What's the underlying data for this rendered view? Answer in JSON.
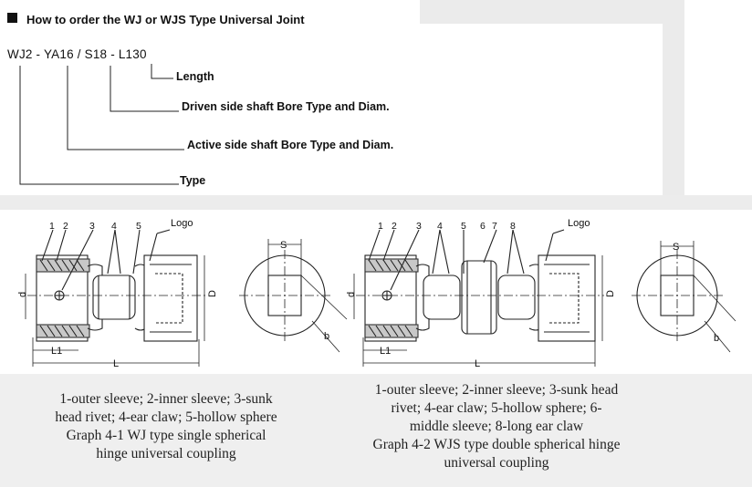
{
  "ordering": {
    "heading": "How to order the WJ or WJS Type Universal Joint",
    "code": "WJ2 - YA16 / S18 - L130",
    "labels": {
      "length": "Length",
      "driven": "Driven side shaft Bore Type and Diam.",
      "active": "Active side shaft Bore Type and Diam.",
      "type": "Type"
    }
  },
  "drawing1": {
    "part_numbers": [
      "1",
      "2",
      "3",
      "4",
      "5"
    ],
    "logo": "Logo",
    "dims": {
      "d": "d",
      "D": "D",
      "L1": "L1",
      "L": "L",
      "S": "S",
      "b": "b"
    },
    "caption": [
      "1-outer sleeve; 2-inner sleeve; 3-sunk",
      "head rivet; 4-ear claw; 5-hollow sphere",
      "Graph 4-1 WJ type single spherical",
      "hinge universal coupling"
    ]
  },
  "drawing2": {
    "part_numbers": [
      "1",
      "2",
      "3",
      "4",
      "5",
      "6",
      "7",
      "8"
    ],
    "logo": "Logo",
    "dims": {
      "d": "d",
      "D": "D",
      "L1": "L1",
      "L": "L",
      "S": "S",
      "b": "b"
    },
    "caption": [
      "1-outer sleeve; 2-inner sleeve; 3-sunk head",
      "rivet; 4-ear claw; 5-hollow sphere; 6-",
      "middle sleeve; 8-long ear claw",
      "Graph 4-2 WJS type double spherical hinge",
      "universal coupling"
    ]
  },
  "colors": {
    "line": "#222222",
    "panel": "#ececec",
    "text": "#111111"
  }
}
